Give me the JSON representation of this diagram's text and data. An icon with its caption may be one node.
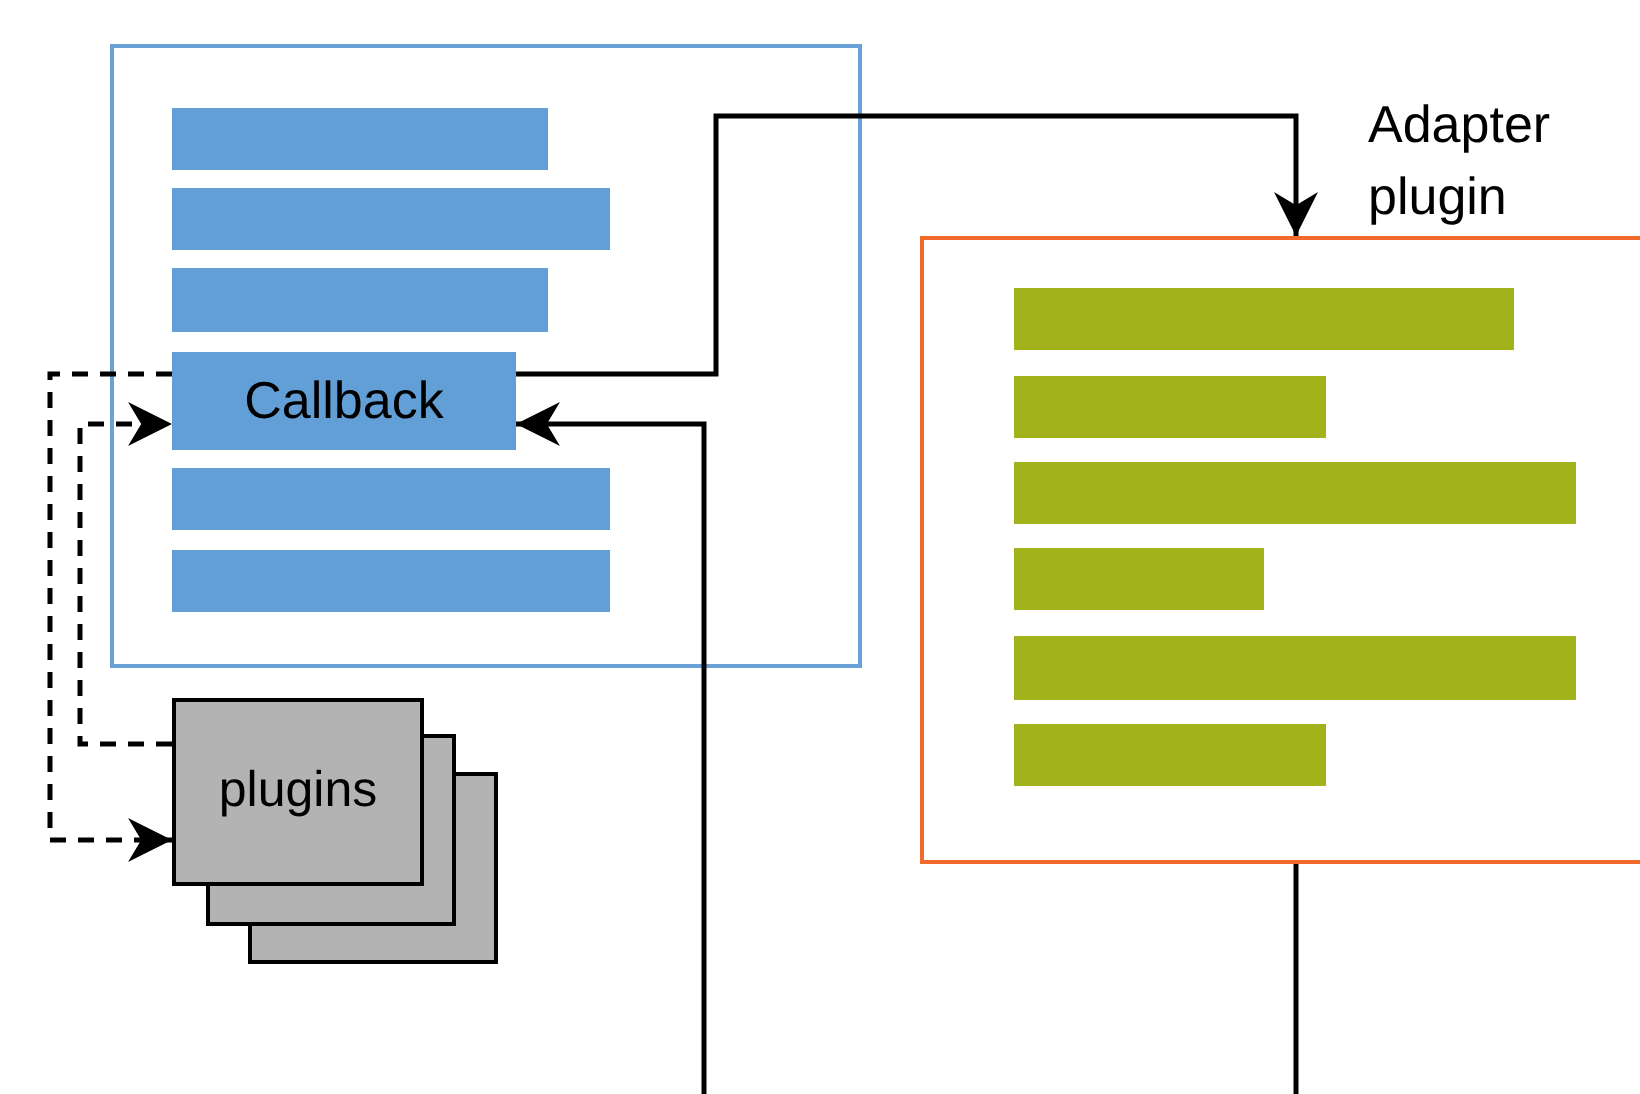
{
  "diagram": {
    "nodes": [
      {
        "text": [],
        "shape": "box"
      },
      {
        "text": [],
        "shape": "bar",
        "in": 0
      },
      {
        "text": [],
        "shape": "bar",
        "in": 0
      },
      {
        "text": [],
        "shape": "bar",
        "in": 0
      },
      {
        "text": [
          "Callback"
        ],
        "in": 0
      },
      {
        "text": [],
        "shape": "bar",
        "in": 0
      },
      {
        "text": [],
        "shape": "bar",
        "in": 0
      },
      {
        "text": [
          "plugins"
        ]
      },
      {
        "text": [
          "Adapter plugin"
        ]
      },
      {
        "text": [],
        "shape": "bar",
        "in": 8
      },
      {
        "text": [],
        "shape": "bar",
        "in": 8
      },
      {
        "text": [],
        "shape": "bar",
        "in": 8
      },
      {
        "text": [],
        "shape": "bar",
        "in": 8
      },
      {
        "text": [],
        "shape": "bar",
        "in": 8
      },
      {
        "text": [],
        "shape": "bar",
        "in": 8
      }
    ],
    "edges": [
      {
        "from": 4,
        "to": 8,
        "arrow": "to"
      },
      {
        "from": null,
        "to": 4,
        "arrow": "to"
      },
      {
        "from": 8,
        "to": null,
        "arrow": "none"
      },
      {
        "from": 4,
        "to": 7,
        "arrow": "to",
        "style": "dashed"
      },
      {
        "from": 7,
        "to": 4,
        "arrow": "to",
        "style": "dashed"
      }
    ]
  }
}
